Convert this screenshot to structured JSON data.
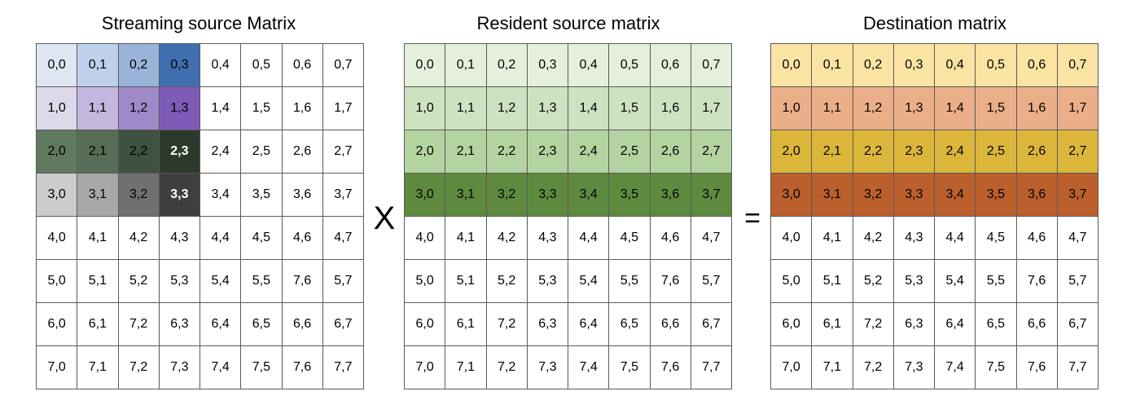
{
  "operators": {
    "multiply": "X",
    "equals": "="
  },
  "matrices": [
    {
      "title": "Streaming source Matrix",
      "cells": [
        [
          "0,0",
          "0,1",
          "0,2",
          "0,3",
          "0,4",
          "0,5",
          "0,6",
          "0,7"
        ],
        [
          "1,0",
          "1,1",
          "1,2",
          "1,3",
          "1,4",
          "1,5",
          "1,6",
          "1,7"
        ],
        [
          "2,0",
          "2,1",
          "2,2",
          "2,3",
          "2,4",
          "2,5",
          "2,6",
          "2,7"
        ],
        [
          "3,0",
          "3,1",
          "3,2",
          "3,3",
          "3,4",
          "3,5",
          "3,6",
          "3,7"
        ],
        [
          "4,0",
          "4,1",
          "4,2",
          "4,3",
          "4,4",
          "4,5",
          "4,6",
          "4,7"
        ],
        [
          "5,0",
          "5,1",
          "5,2",
          "5,3",
          "5,4",
          "5,5",
          "7,6",
          "5,7"
        ],
        [
          "6,0",
          "6,1",
          "7,2",
          "6,3",
          "6,4",
          "6,5",
          "6,6",
          "6,7"
        ],
        [
          "7,0",
          "7,1",
          "7,2",
          "7,3",
          "7,4",
          "7,5",
          "7,6",
          "7,7"
        ]
      ],
      "fills": [
        [
          "#dde6f2",
          "#bfd1ea",
          "#9ab4d9",
          "#3f6fb0"
        ],
        [
          "#ddd8ea",
          "#c3b7dd",
          "#9f89c8",
          "#7f5bb8"
        ],
        [
          "#5f7a5f",
          "#566d57",
          "#3f513f",
          "#2c3a2c"
        ],
        [
          "#cccccc",
          "#a8a8a8",
          "#707070",
          "#3e3e3e"
        ]
      ],
      "light_text_cells": [
        "2,3",
        "3,3"
      ]
    },
    {
      "title": "Resident source matrix",
      "cells": [
        [
          "0,0",
          "0,1",
          "0,2",
          "0,3",
          "0,4",
          "0,5",
          "0,6",
          "0,7"
        ],
        [
          "1,0",
          "1,1",
          "1,2",
          "1,3",
          "1,4",
          "1,5",
          "1,6",
          "1,7"
        ],
        [
          "2,0",
          "2,1",
          "2,2",
          "2,3",
          "2,4",
          "2,5",
          "2,6",
          "2,7"
        ],
        [
          "3,0",
          "3,1",
          "3,2",
          "3,3",
          "3,4",
          "3,5",
          "3,6",
          "3,7"
        ],
        [
          "4,0",
          "4,1",
          "4,2",
          "4,3",
          "4,4",
          "4,5",
          "4,6",
          "4,7"
        ],
        [
          "5,0",
          "5,1",
          "5,2",
          "5,3",
          "5,4",
          "5,5",
          "7,6",
          "5,7"
        ],
        [
          "6,0",
          "6,1",
          "7,2",
          "6,3",
          "6,4",
          "6,5",
          "6,6",
          "6,7"
        ],
        [
          "7,0",
          "7,1",
          "7,2",
          "7,3",
          "7,4",
          "7,5",
          "7,6",
          "7,7"
        ]
      ],
      "row_fills": [
        "#e4efdc",
        "#cde2c0",
        "#b3d3a0",
        "#5e8a3f"
      ]
    },
    {
      "title": "Destination matrix",
      "cells": [
        [
          "0,0",
          "0,1",
          "0,2",
          "0,3",
          "0,4",
          "0,5",
          "0,6",
          "0,7"
        ],
        [
          "1,0",
          "1,1",
          "1,2",
          "1,3",
          "1,4",
          "1,5",
          "1,6",
          "1,7"
        ],
        [
          "2,0",
          "2,1",
          "2,2",
          "2,3",
          "2,4",
          "2,5",
          "2,6",
          "2,7"
        ],
        [
          "3,0",
          "3,1",
          "3,2",
          "3,3",
          "3,4",
          "3,5",
          "3,6",
          "3,7"
        ],
        [
          "4,0",
          "4,1",
          "4,2",
          "4,3",
          "4,4",
          "4,5",
          "4,6",
          "4,7"
        ],
        [
          "5,0",
          "5,1",
          "5,2",
          "5,3",
          "5,4",
          "5,5",
          "7,6",
          "5,7"
        ],
        [
          "6,0",
          "6,1",
          "7,2",
          "6,3",
          "6,4",
          "6,5",
          "6,6",
          "6,7"
        ],
        [
          "7,0",
          "7,1",
          "7,2",
          "7,3",
          "7,4",
          "7,5",
          "7,6",
          "7,7"
        ]
      ],
      "row_fills": [
        "#fbe3a3",
        "#eaae88",
        "#dcb63a",
        "#bb5f2c"
      ]
    }
  ]
}
